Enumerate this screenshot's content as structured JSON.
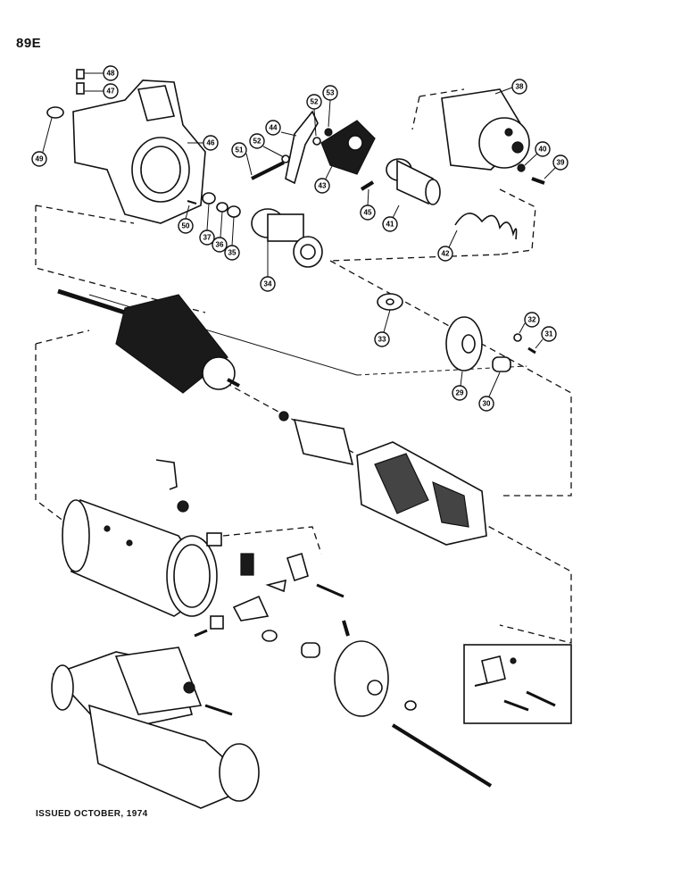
{
  "page_code": "89E",
  "footer": "ISSUED OCTOBER, 1974",
  "callouts": [
    {
      "id": "48"
    },
    {
      "id": "47"
    },
    {
      "id": "49"
    },
    {
      "id": "46"
    },
    {
      "id": "50"
    },
    {
      "id": "37"
    },
    {
      "id": "36"
    },
    {
      "id": "35"
    },
    {
      "id": "34"
    },
    {
      "id": "51"
    },
    {
      "id": "52"
    },
    {
      "id": "44"
    },
    {
      "id": "52"
    },
    {
      "id": "53"
    },
    {
      "id": "43"
    },
    {
      "id": "45"
    },
    {
      "id": "41"
    },
    {
      "id": "42"
    },
    {
      "id": "38"
    },
    {
      "id": "40"
    },
    {
      "id": "39"
    },
    {
      "id": "33"
    },
    {
      "id": "32"
    },
    {
      "id": "31"
    },
    {
      "id": "29"
    },
    {
      "id": "30"
    }
  ]
}
